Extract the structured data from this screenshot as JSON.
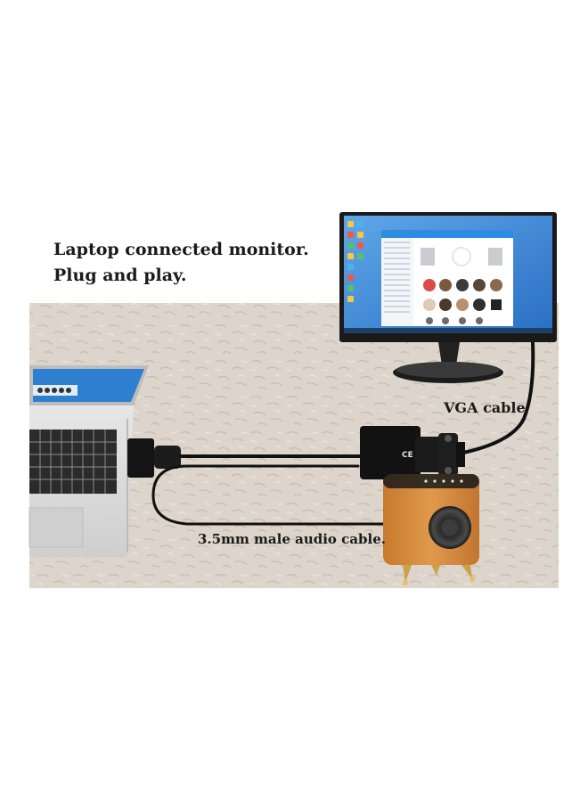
{
  "headline": {
    "line1": "Laptop connected monitor.",
    "line2": "Plug and play."
  },
  "labels": {
    "vga": "VGA cable",
    "audio": "3.5mm male audio cable."
  },
  "adapter_mark": "CE",
  "colors": {
    "wall": "#ddd5cb",
    "cable": "#111111",
    "speaker_wood": "#d58a3c",
    "speaker_feet": "#c9a24a",
    "laptop_body": "#d9d9d9",
    "screen_blue": "#2f7fd1"
  }
}
